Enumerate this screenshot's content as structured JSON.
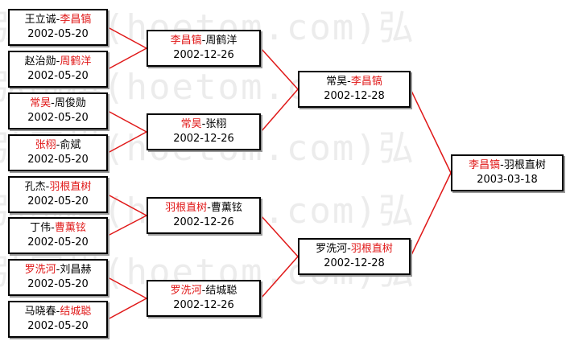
{
  "watermark": {
    "line1": "弘围棋(hoetom.com)弘",
    "line2": "弘围棋(hoetom.com)弘",
    "line3": "弘围棋(hoetom.com)弘",
    "line4": "弘围棋(hoetom.com)弘",
    "line5": "弘围棋(hoetom.com)弘"
  },
  "colors": {
    "winner": "#e01818",
    "line": "#e01818",
    "border": "#000000"
  },
  "round1": [
    {
      "p1": "王立诚",
      "p2": "李昌镐",
      "winner": 2,
      "date": "2002-05-20"
    },
    {
      "p1": "赵治勋",
      "p2": "周鹤洋",
      "winner": 2,
      "date": "2002-05-20"
    },
    {
      "p1": "常昊",
      "p2": "周俊勋",
      "winner": 1,
      "date": "2002-05-20"
    },
    {
      "p1": "张栩",
      "p2": "俞斌",
      "winner": 1,
      "date": "2002-05-20"
    },
    {
      "p1": "孔杰",
      "p2": "羽根直树",
      "winner": 2,
      "date": "2002-05-20"
    },
    {
      "p1": "丁伟",
      "p2": "曹薰铉",
      "winner": 2,
      "date": "2002-05-20"
    },
    {
      "p1": "罗洗河",
      "p2": "刘昌赫",
      "winner": 1,
      "date": "2002-05-20"
    },
    {
      "p1": "马晓春",
      "p2": "结城聪",
      "winner": 2,
      "date": "2002-05-20"
    }
  ],
  "round2": [
    {
      "p1": "李昌镐",
      "p2": "周鹤洋",
      "winner": 1,
      "date": "2002-12-26"
    },
    {
      "p1": "常昊",
      "p2": "张栩",
      "winner": 1,
      "date": "2002-12-26"
    },
    {
      "p1": "羽根直树",
      "p2": "曹薰铉",
      "winner": 1,
      "date": "2002-12-26"
    },
    {
      "p1": "罗洗河",
      "p2": "结城聪",
      "winner": 1,
      "date": "2002-12-26"
    }
  ],
  "round3": [
    {
      "p1": "常昊",
      "p2": "李昌镐",
      "winner": 2,
      "date": "2002-12-28"
    },
    {
      "p1": "罗洗河",
      "p2": "羽根直树",
      "winner": 2,
      "date": "2002-12-28"
    }
  ],
  "final": [
    {
      "p1": "李昌镐",
      "p2": "羽根直树",
      "winner": 1,
      "date": "2003-03-18"
    }
  ],
  "separator": "-"
}
